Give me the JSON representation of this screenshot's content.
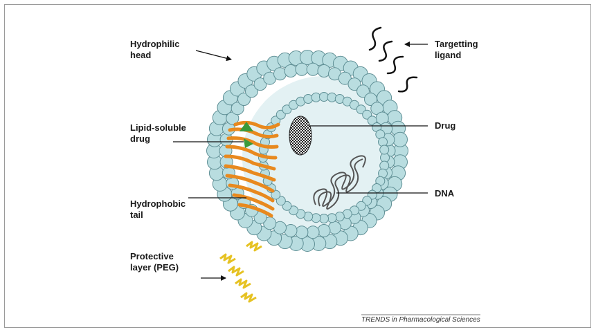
{
  "labels": {
    "hydrophilic_head": "Hydrophilic\nhead",
    "lipid_soluble_drug": "Lipid-soluble\ndrug",
    "hydrophobic_tail": "Hydrophobic\ntail",
    "protective_layer": "Protective\nlayer (PEG)",
    "targetting_ligand": "Targetting\nligand",
    "drug": "Drug",
    "dna": "DNA"
  },
  "credit": "TRENDS in Pharmacological Sciences",
  "colors": {
    "lipid_head": "#b9dde0",
    "lipid_head_stroke": "#5f8f95",
    "core_fill": "#e3f1f3",
    "tail": "#e8891e",
    "drug_molecule": "#3b9a3b",
    "peg": "#e6c223",
    "ligand": "#111111",
    "arrow": "#111111"
  }
}
